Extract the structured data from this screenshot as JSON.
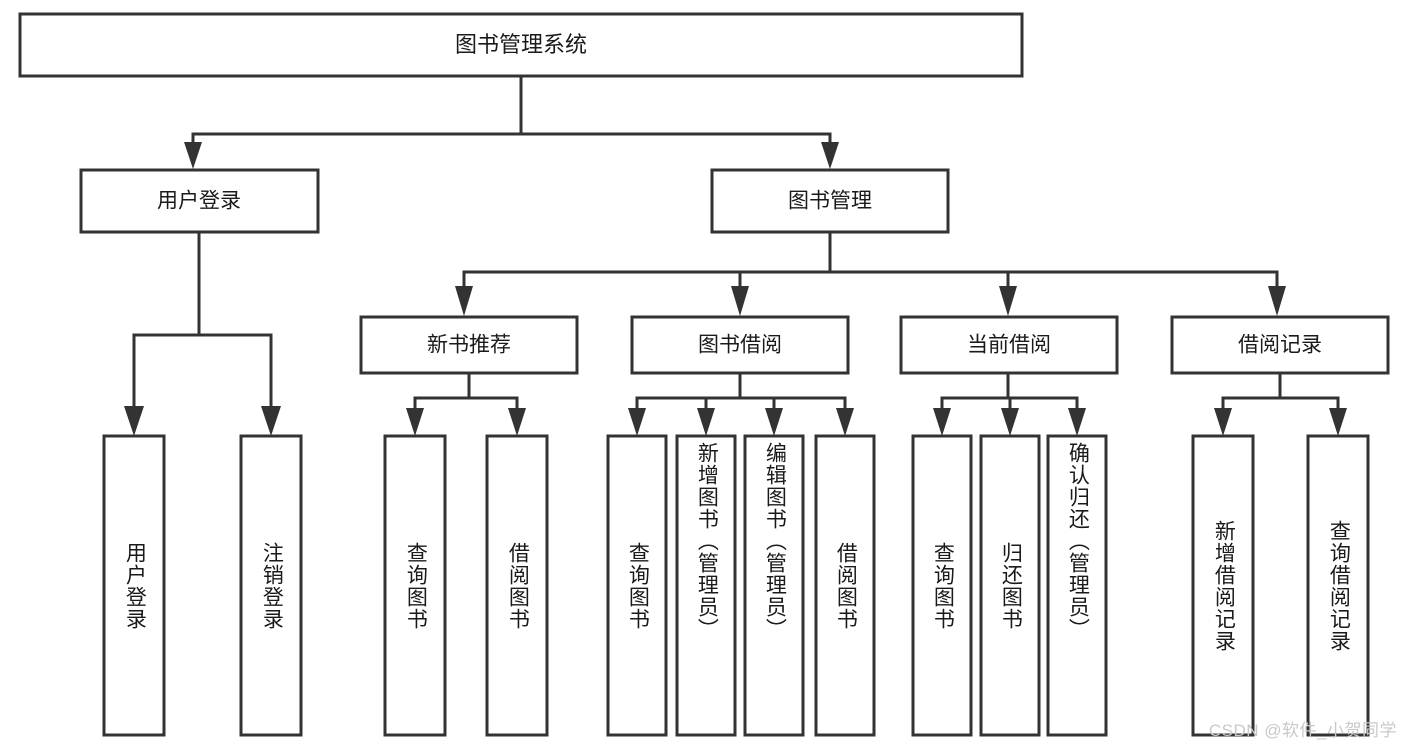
{
  "diagram": {
    "type": "tree-hierarchy",
    "title": "图书管理系统",
    "watermark": "CSDN @软件_小贺同学",
    "colors": {
      "stroke": "#333333",
      "fill": "#ffffff",
      "text": "#1a1a1a",
      "watermark": "#c9c9c9"
    },
    "levels": {
      "root": {
        "label": "图书管理系统"
      },
      "level2": [
        {
          "id": "user-login",
          "label": "用户登录"
        },
        {
          "id": "book-management",
          "label": "图书管理"
        }
      ],
      "level3": [
        {
          "id": "new-book-recommend",
          "label": "新书推荐",
          "parent": "book-management"
        },
        {
          "id": "book-borrow",
          "label": "图书借阅",
          "parent": "book-management"
        },
        {
          "id": "current-borrow",
          "label": "当前借阅",
          "parent": "book-management"
        },
        {
          "id": "borrow-record",
          "label": "借阅记录",
          "parent": "book-management"
        }
      ],
      "leaves": [
        {
          "id": "leaf-user-login",
          "label": "用户登录",
          "parent": "user-login"
        },
        {
          "id": "leaf-logout",
          "label": "注销登录",
          "parent": "user-login"
        },
        {
          "id": "leaf-query-book-1",
          "label": "查询图书",
          "parent": "new-book-recommend"
        },
        {
          "id": "leaf-borrow-book-1",
          "label": "借阅图书",
          "parent": "new-book-recommend"
        },
        {
          "id": "leaf-query-book-2",
          "label": "查询图书",
          "parent": "book-borrow"
        },
        {
          "id": "leaf-add-book",
          "label": "新增图书（管理员）",
          "parent": "book-borrow"
        },
        {
          "id": "leaf-edit-book",
          "label": "编辑图书（管理员）",
          "parent": "book-borrow"
        },
        {
          "id": "leaf-borrow-book-2",
          "label": "借阅图书",
          "parent": "book-borrow"
        },
        {
          "id": "leaf-query-book-3",
          "label": "查询图书",
          "parent": "current-borrow"
        },
        {
          "id": "leaf-return-book",
          "label": "归还图书",
          "parent": "current-borrow"
        },
        {
          "id": "leaf-confirm-return",
          "label": "确认归还（管理员）",
          "parent": "current-borrow"
        },
        {
          "id": "leaf-add-record",
          "label": "新增借阅记录",
          "parent": "borrow-record"
        },
        {
          "id": "leaf-query-record",
          "label": "查询借阅记录",
          "parent": "borrow-record"
        }
      ]
    }
  }
}
